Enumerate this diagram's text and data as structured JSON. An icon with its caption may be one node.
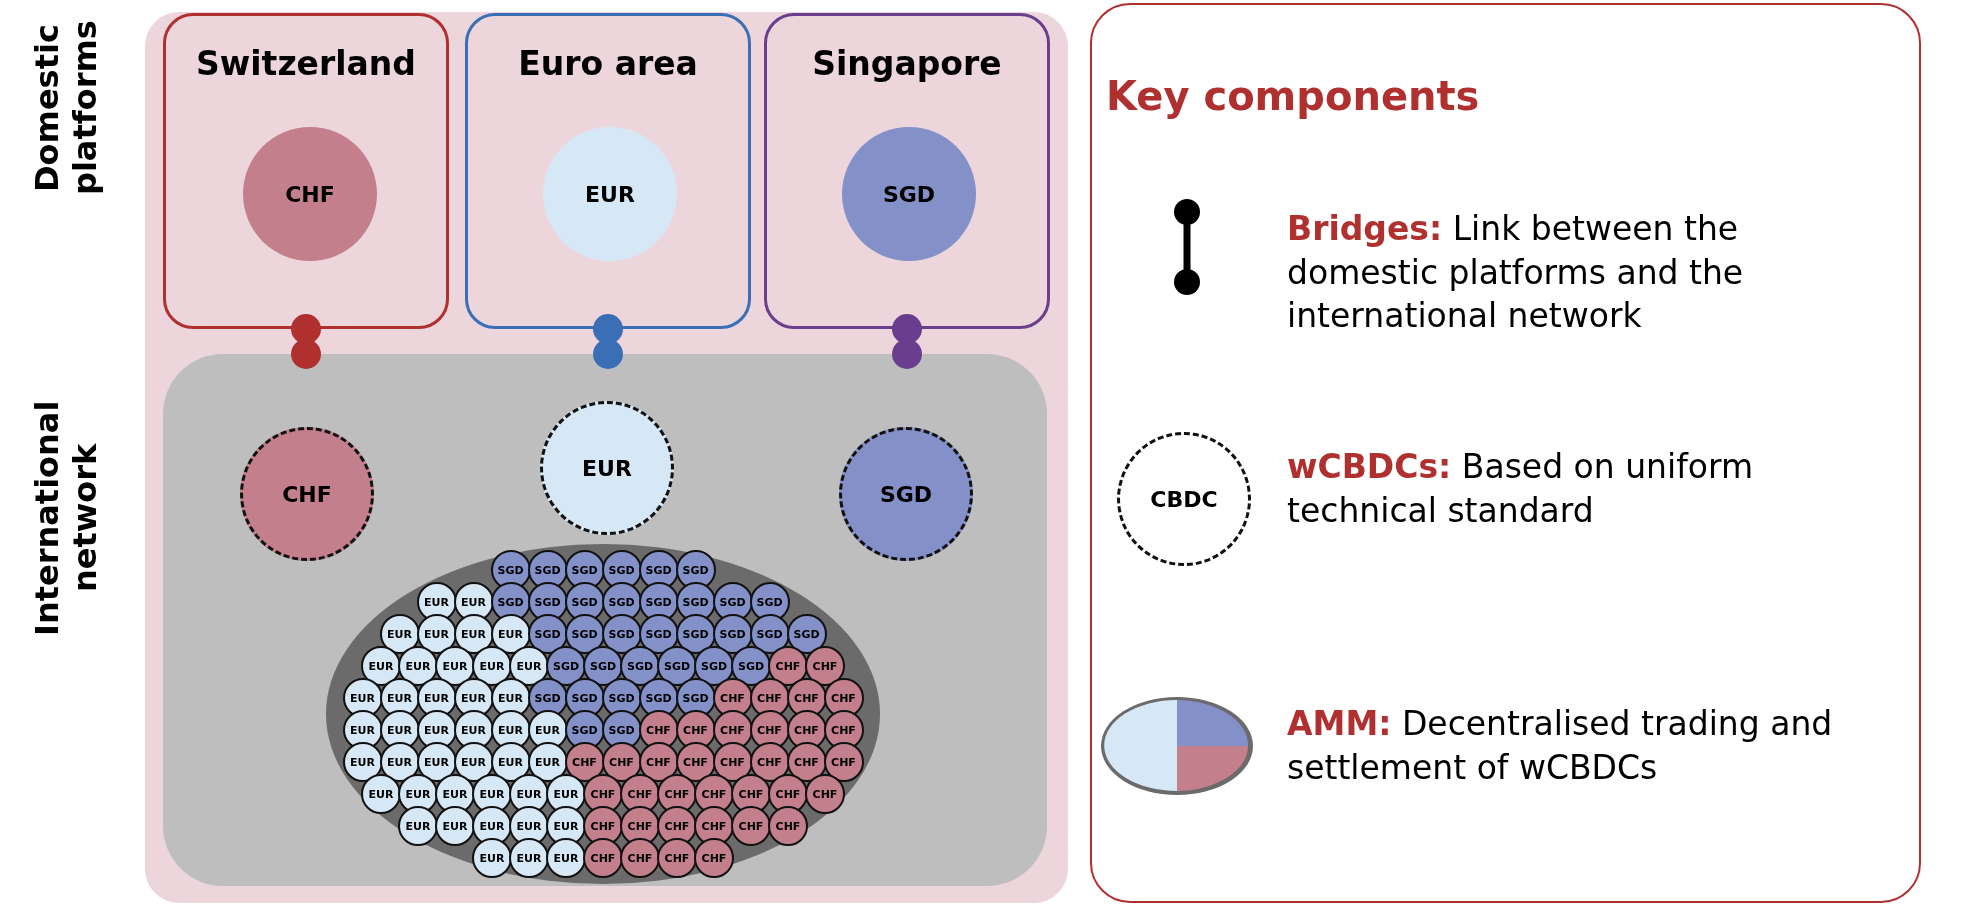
{
  "diagram": {
    "nodes": [
      {
        "text": [],
        "shape": "box"
      },
      {
        "text": [
          "Switzerland"
        ],
        "in": 0
      },
      {
        "text": [
          "CHF"
        ],
        "in": 1
      },
      {
        "text": [
          "Euro area"
        ],
        "in": 0
      },
      {
        "text": [
          "EUR"
        ],
        "in": 3
      },
      {
        "text": [
          "Singapore"
        ],
        "in": 0
      },
      {
        "text": [
          "SGD"
        ],
        "in": 5
      },
      {
        "text": [],
        "shape": "box",
        "in": 0
      },
      {
        "text": [
          "CHF"
        ],
        "in": 7
      },
      {
        "text": [
          "EUR"
        ],
        "in": 7
      },
      {
        "text": [
          "SGD"
        ],
        "in": 7
      },
      {
        "text": [],
        "shape": "ellipse",
        "in": 7
      },
      {
        "text": [
          "Key components"
        ]
      }
    ],
    "edges": [
      {
        "from": 1,
        "to": 7,
        "arrow": "other",
        "color": "#b03030"
      },
      {
        "from": 3,
        "to": 7,
        "arrow": "other",
        "color": "#3a6fb5"
      },
      {
        "from": 5,
        "to": 7,
        "arrow": "other",
        "color": "#6a3d8f"
      }
    ],
    "labels": [
      "Domestic platforms",
      "International network",
      "SGD",
      "SGD",
      "SGD",
      "SGD",
      "SGD",
      "SGD",
      "EUR",
      "EUR",
      "SGD",
      "SGD",
      "SGD",
      "SGD",
      "SGD",
      "SGD",
      "SGD",
      "SGD",
      "EUR",
      "EUR",
      "EUR",
      "EUR",
      "SGD",
      "SGD",
      "SGD",
      "SGD",
      "SGD",
      "SGD",
      "SGD",
      "SGD",
      "EUR",
      "EUR",
      "EUR",
      "EUR",
      "EUR",
      "SGD",
      "SGD",
      "SGD",
      "SGD",
      "SGD",
      "SGD",
      "CHF",
      "CHF",
      "EUR",
      "EUR",
      "EUR",
      "EUR",
      "EUR",
      "SGD",
      "SGD",
      "SGD",
      "SGD",
      "SGD",
      "CHF",
      "CHF",
      "CHF",
      "CHF",
      "EUR",
      "EUR",
      "EUR",
      "EUR",
      "EUR",
      "EUR",
      "SGD",
      "SGD",
      "CHF",
      "CHF",
      "CHF",
      "CHF",
      "CHF",
      "CHF",
      "EUR",
      "EUR",
      "EUR",
      "EUR",
      "EUR",
      "EUR",
      "CHF",
      "CHF",
      "CHF",
      "CHF",
      "CHF",
      "CHF",
      "CHF",
      "CHF",
      "EUR",
      "EUR",
      "EUR",
      "EUR",
      "EUR",
      "EUR",
      "CHF",
      "CHF",
      "CHF",
      "CHF",
      "CHF",
      "CHF",
      "CHF",
      "EUR",
      "EUR",
      "EUR",
      "EUR",
      "EUR",
      "CHF",
      "CHF",
      "CHF",
      "CHF",
      "CHF",
      "CHF",
      "EUR",
      "EUR",
      "EUR",
      "CHF",
      "CHF",
      "CHF",
      "CHF",
      "CBDC"
    ],
    "legend": [
      {
        "text": "**Bridges:** Link between the domestic platforms and the international network"
      },
      {
        "text": "**wCBDCs:** Based on uniform technical standard"
      },
      {
        "text": "**AMM:** Decentralised trading and settlement of wCBDCs"
      }
    ]
  }
}
